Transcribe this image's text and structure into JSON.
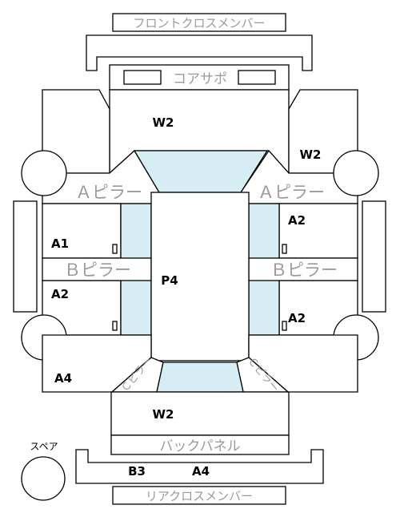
{
  "labels": {
    "front_cross_member": "フロントクロスメンバー",
    "core_support": "コアサポ",
    "a_pillar_left": "Ａピラー",
    "a_pillar_right": "Ａピラー",
    "b_pillar_left": "Ｂピラー",
    "b_pillar_right": "Ｂピラー",
    "c_pillar_left": "Ｃピラー",
    "c_pillar_right": "Ｃピラー",
    "back_panel": "バックパネル",
    "rear_cross_member": "リアクロスメンバー",
    "spare": "スペア"
  },
  "codes": {
    "hood": "W2",
    "front_fender_right": "W2",
    "front_door_left": "A1",
    "front_door_right": "A2",
    "rear_door_left": "A2",
    "rear_door_right": "A2",
    "roof": "P4",
    "rear_quarter_left": "A4",
    "trunk": "W2",
    "rear_bumper_left": "B3",
    "rear_bumper_right": "A4"
  },
  "colors": {
    "glass": "#d6edf4",
    "label_gray": "#9a9a9a",
    "line": "#000000"
  }
}
